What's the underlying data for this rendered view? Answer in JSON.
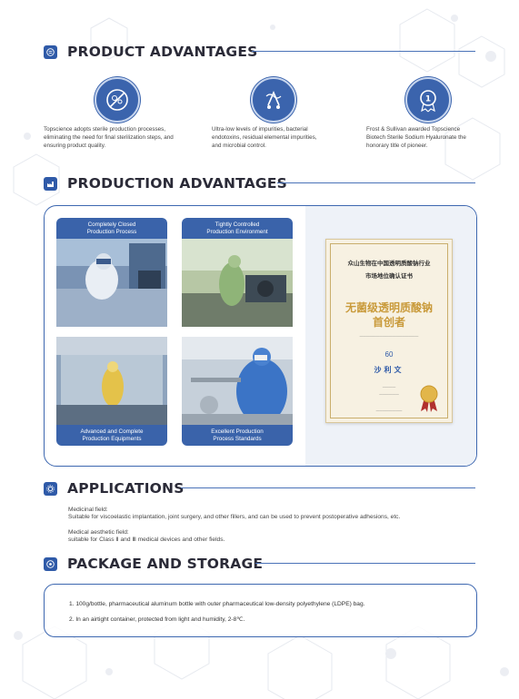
{
  "sections": {
    "product_advantages": "PRODUCT ADVANTAGES",
    "production_advantages": "PRODUCTION ADVANTAGES",
    "applications": "APPLICATIONS",
    "package_storage": "PACKAGE AND STORAGE"
  },
  "product_advantages": [
    {
      "icon": "sterile-icon",
      "lines": [
        "Topscience adopts sterile production processes,",
        "eliminating the need for final sterilization steps, and",
        "ensuring product quality."
      ]
    },
    {
      "icon": "low-impurity-icon",
      "lines": [
        "Ultra-low levels of impurities, bacterial",
        "endotoxins, residual elemental impurities,",
        "and microbial control."
      ]
    },
    {
      "icon": "award-medal-icon",
      "lines": [
        "Frost & Sullivan awarded Topscience",
        "Biotech Sterile Sodium Hyaluronate the",
        "honorary title of pioneer."
      ]
    }
  ],
  "production_cards": [
    {
      "label_1": "Completely Closed",
      "label_2": "Production Process"
    },
    {
      "label_1": "Tightly Controlled",
      "label_2": "Production Environment"
    },
    {
      "label_1": "Advanced and Complete",
      "label_2": "Production Equipments"
    },
    {
      "label_1": "Excellent Production",
      "label_2": "Process Standards"
    }
  ],
  "certificate": {
    "title_1": "众山生物在中国透明质酸钠行业",
    "title_2": "市场地位确认证书",
    "headline_1": "无菌级透明质酸钠",
    "headline_2": "首创者",
    "issuer": "沙利文",
    "logo_number": "60"
  },
  "applications": {
    "medicinal_title": "Medicinal field:",
    "medicinal_text": "Suitable for viscoelastic implantation, joint surgery, and other fillers, and can be used to prevent postoperative adhesions, etc.",
    "aesthetic_title": "Medical aesthetic field:",
    "aesthetic_text": "suitable for Class Ⅱ and Ⅲ medical devices and other fields."
  },
  "package": {
    "line_1": "1. 100g/bottle, pharmaceutical aluminum bottle with outer pharmaceutical low-density polyethylene (LDPE) bag.",
    "line_2": "2. In an airtight container, protected from light and humidity, 2-8℃."
  },
  "colors": {
    "accent": "#2f5aa8",
    "label_bg": "#3a63aa",
    "certificate_gold": "#c99a3a"
  }
}
